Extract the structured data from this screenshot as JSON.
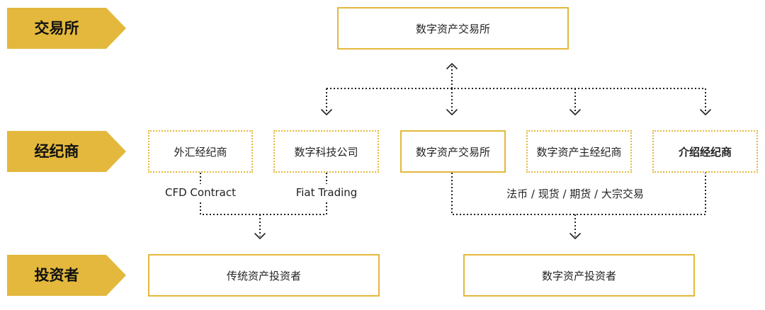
{
  "colors": {
    "gold": "#e3b83c",
    "line": "#222222"
  },
  "tags": {
    "exchange": "交易所",
    "broker": "经纪商",
    "investor": "投资者"
  },
  "boxes": {
    "top_exchange": "数字资产交易所",
    "forex_broker": "外汇经纪商",
    "digital_tech": "数字科技公司",
    "mid_exchange": "数字资产交易所",
    "digital_main_broker": "数字资产主经纪商",
    "intro_broker": "介绍经纪商",
    "traditional_investor": "传统资产投资者",
    "digital_investor": "数字资产投资者"
  },
  "edge_labels": {
    "cfd": "CFD Contract",
    "fiat": "Fiat Trading",
    "markets": "法币 / 现货 / 期货 / 大宗交易"
  }
}
